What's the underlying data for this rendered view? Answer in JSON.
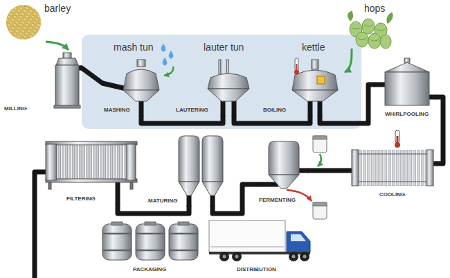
{
  "diagram": {
    "nodes": [
      {
        "text": [
          "barley"
        ]
      },
      {
        "text": [
          "hops"
        ]
      },
      {
        "text": [
          "MILLING"
        ]
      },
      {
        "text": [
          "mash tun",
          "MASHING"
        ]
      },
      {
        "text": [
          "lauter tun",
          "LAUTERING"
        ]
      },
      {
        "text": [
          "kettle",
          "BOILING"
        ]
      },
      {
        "text": [
          "WHIRLPOOLING"
        ]
      },
      {
        "text": [
          "COOLING"
        ]
      },
      {
        "text": [
          "FERMENTING"
        ]
      },
      {
        "text": [
          "MATURING"
        ]
      },
      {
        "text": [
          "FILTERING"
        ]
      },
      {
        "text": [
          "PACKAGING"
        ]
      },
      {
        "text": [
          "DISTRIBUTION"
        ]
      }
    ],
    "edges": [
      {
        "from": 0,
        "to": 2,
        "arrow": "to"
      },
      {
        "from": 2,
        "to": 3,
        "arrow": "none"
      },
      {
        "from": 3,
        "to": 4,
        "arrow": "none"
      },
      {
        "from": 4,
        "to": 5,
        "arrow": "none"
      },
      {
        "from": 1,
        "to": 5,
        "arrow": "to"
      },
      {
        "from": 5,
        "to": 6,
        "arrow": "none"
      },
      {
        "from": 6,
        "to": 7,
        "arrow": "none"
      },
      {
        "from": 7,
        "to": 8,
        "arrow": "none"
      },
      {
        "from": 8,
        "to": 9,
        "arrow": "none"
      },
      {
        "from": 9,
        "to": 10,
        "arrow": "none"
      }
    ]
  }
}
